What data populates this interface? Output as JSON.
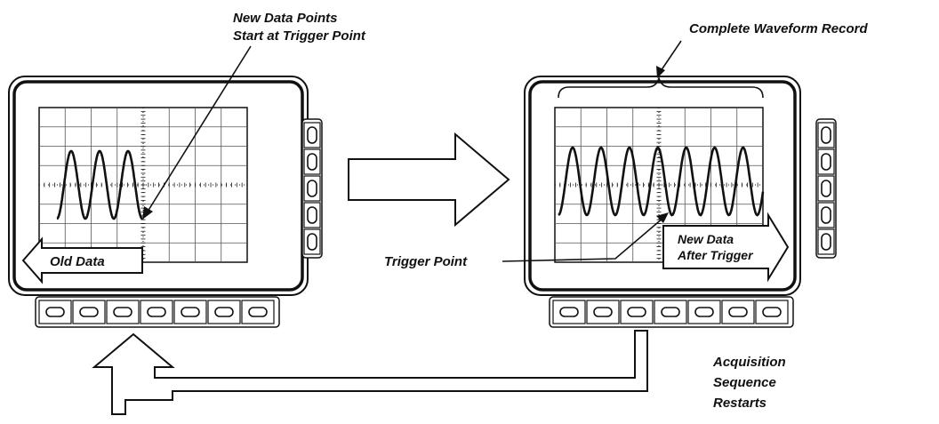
{
  "labels": {
    "new_points_line1": "New Data Points",
    "new_points_line2": "Start at Trigger Point",
    "complete_record": "Complete Waveform Record",
    "old_data": "Old Data",
    "trigger_point": "Trigger Point",
    "new_data_line1": "New Data",
    "new_data_line2": "After Trigger",
    "restart_line1": "Acquisition",
    "restart_line2": "Sequence",
    "restart_line3": "Restarts"
  },
  "colors": {
    "ink": "#111111",
    "background": "#ffffff",
    "grid": "#555555"
  }
}
